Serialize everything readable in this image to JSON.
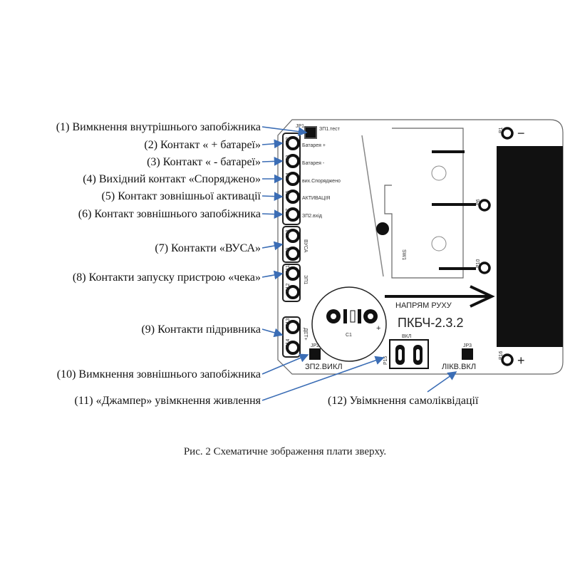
{
  "callouts": [
    "(1) Вимкнення внутрішнього запобіжника",
    "(2) Контакт « + батареї»",
    "(3) Контакт « - батареї»",
    "(4) Вихідний контакт «Споряджено»",
    "(5) Контакт зовнішньої активації",
    "(6) Контакт зовнішнього запобіжника",
    "(7) Контакти «ВУСА»",
    "(8) Контакти запуску пристрою «чека»",
    "(9) Контакти підривника",
    "(10) Вимкнення зовнішнього запобіжника",
    "(11) «Джампер» увімкнення живлення",
    "(12) Увімкнення самоліквідації"
  ],
  "board": {
    "pin_labels": [
      "ЗП1.тест",
      "Батарея +",
      "Батарея -",
      "вих.Споряджено",
      "АКТИВАЦІЯ",
      "ЗП2.вхід",
      "ВУСА",
      "ЗП1",
      "ДЕТ+"
    ],
    "pin_ids": [
      "P1",
      "P2",
      "P3",
      "P4",
      "P5",
      "P7",
      "P8",
      "P9",
      "P11",
      "P12",
      "P13",
      "P14"
    ],
    "jp1": "JP1",
    "sw": "SW1",
    "cap": "C1",
    "direction": "НАПРЯМ РУХУ",
    "model": "ПКБЧ-2.3.2",
    "jumper_label": "ВКЛ",
    "jumper_id": "P15",
    "jp2": "JP2",
    "jp2_label": "ЗП2.ВИКЛ",
    "jp3": "JP3",
    "jp3_label": "ЛІКВ.ВКЛ",
    "right_pins": [
      "P1",
      "P6",
      "P10",
      "P16"
    ],
    "minus": "−",
    "plus": "+"
  },
  "caption": "Рис. 2 Схематичне зображення плати зверху.",
  "colors": {
    "arrow": "#3b6db5",
    "ink": "#111111"
  }
}
